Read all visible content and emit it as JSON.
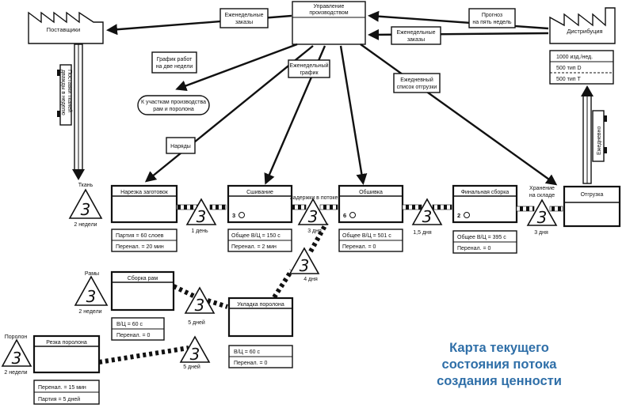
{
  "title_lines": [
    "Карта текущего",
    "состояния потока",
    "создания ценности"
  ],
  "entities": {
    "suppliers": "Поставщики",
    "production_control": "Управление производством",
    "distribution": "Дистрибуция",
    "shipping": "Отгрузка"
  },
  "info_labels": {
    "weekly_orders_left": "Еженедельные заказы",
    "weekly_orders_right": "Еженедельные заказы",
    "forecast": "Прогноз на пять недель",
    "two_week_schedule": "График работ на две недели",
    "weekly_schedule": "Еженедельный график",
    "daily_ship_list": "Ежедневный список отгрузки",
    "to_sites": "К участкам производства рам и поролона",
    "orders": "Наряды",
    "supplier_truck": "Поставки тканей дважды в неделю",
    "daily_truck": "Ежедневно"
  },
  "demand": [
    "1000 изд./нед.",
    "500 тип D",
    "500 тип T"
  ],
  "processes": {
    "cutting": {
      "name": "Нарезка заготовок",
      "operators": "",
      "data": [
        "Партия = 60 слоев",
        "Перенал. = 20 мин"
      ]
    },
    "sewing": {
      "name": "Сшивание",
      "operators": "3",
      "data": [
        "Общее В/Ц = 150 с",
        "Перенал. = 2 мин"
      ]
    },
    "upholstery": {
      "name": "Обшивка",
      "operators": "6",
      "data": [
        "Общее В/Ц = 501 с",
        "Перенал. = 0"
      ]
    },
    "final": {
      "name": "Финальная сборка",
      "operators": "2",
      "data": [
        "Общее В/Ц = 395 с",
        "Перенал. = 0"
      ]
    },
    "frames": {
      "name": "Сборка рам",
      "operators": "",
      "data": [
        "В/Ц = 60 с",
        "Перенал. = 0"
      ]
    },
    "foam_lay": {
      "name": "Укладка поролона",
      "operators": "",
      "data": [
        "В/Ц = 60 с",
        "Перенал. = 0"
      ]
    },
    "foam_cut": {
      "name": "Резка поролона",
      "operators": "",
      "data": [
        "Перенал. = 15 мин",
        "Партия = 5 дней"
      ]
    }
  },
  "inventories": {
    "fabric": {
      "label": "Ткань",
      "value": "3",
      "time": "2 недели"
    },
    "frames_in": {
      "label": "Рамы",
      "value": "3",
      "time": "2 недели"
    },
    "foam_in": {
      "label": "Поролон",
      "value": "3",
      "time": "2 недели"
    },
    "wip1": {
      "value": "3",
      "time": "1 день"
    },
    "wip2": {
      "label": "Задержки в потоке",
      "value": "3",
      "time": "3 дня"
    },
    "wip3": {
      "value": "3",
      "time": "1,5 дня"
    },
    "wip4": {
      "label": "Хранение на складе",
      "value": "3",
      "time": "3 дня"
    },
    "wip5": {
      "value": "3",
      "time": "4 дня"
    },
    "wip6": {
      "value": "3",
      "time": "5 дней"
    },
    "wip7": {
      "value": "3",
      "time": "5 дней"
    }
  }
}
